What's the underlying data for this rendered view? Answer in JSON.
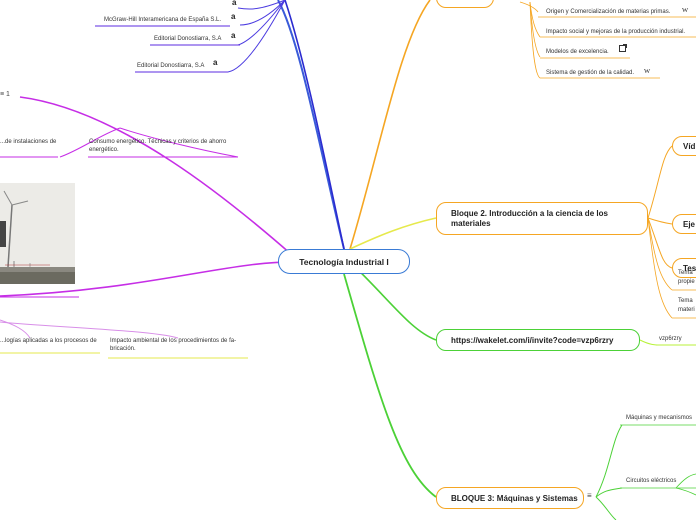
{
  "central": {
    "label": "Tecnología Industrial I"
  },
  "left_branches": {
    "pub1": {
      "label": ""
    },
    "pub2": {
      "label": "McGraw-Hill Interamericana de España S.L."
    },
    "pub3": {
      "label": "Editorial Donostiarra, S.A"
    },
    "pub4": {
      "label": "Editorial Donostiarra, S.A"
    },
    "count": "1",
    "energy1": "...de instalaciones de",
    "energy2": "Consumo energético. Técnicas y criterios de ahorro energético.",
    "proc1": "...logías aplicadas a los procesos de",
    "proc2": "Impacto ambiental de los procedimientos de fa-bricación."
  },
  "right_top": {
    "items": [
      "Origen y Comercialización de materias primas.",
      "Impacto social y mejoras de la producción industrial.",
      "Modelos de excelencia.",
      "Sistema de gestión de la calidad."
    ]
  },
  "bloque2": {
    "label": "Bloque 2. Introducción a la ciencia de los materiales",
    "children": [
      "Víd",
      "Eje",
      "Tes"
    ],
    "tema1": "Tema propie",
    "tema2": "Tema materi"
  },
  "wakelet": {
    "label": "https://wakelet.com/i/invite?code=vzp6rzry",
    "child": "vzp6rzry"
  },
  "bloque3": {
    "label": "BLOQUE 3: Máquinas y Sistemas",
    "children": [
      "Máquinas y mecanismos",
      "Circuitos eléctricos"
    ]
  },
  "colors": {
    "blue": "#3a7bd5",
    "purple": "#5b2be0",
    "magenta": "#c62ee6",
    "orange": "#f5a623",
    "yellow": "#e6e94c",
    "green": "#4cd137",
    "lime": "#b8f23a"
  }
}
